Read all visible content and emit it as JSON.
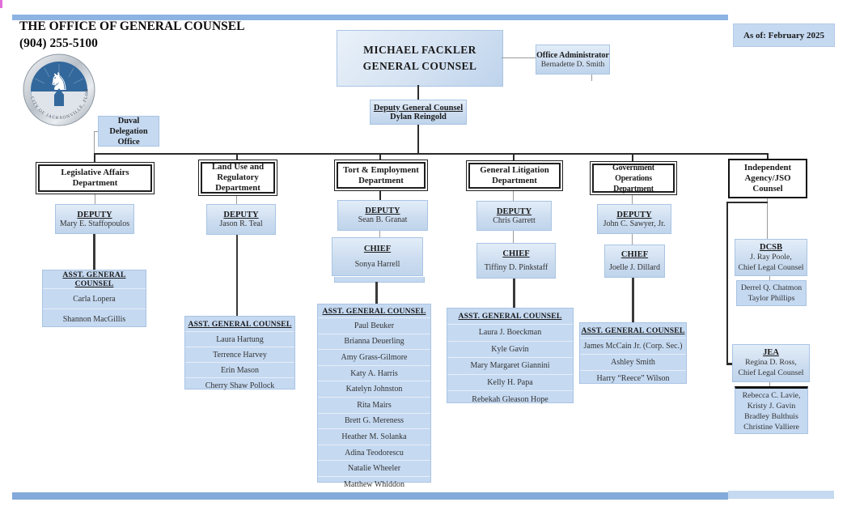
{
  "header": {
    "title": "THE OFFICE OF GENERAL COUNSEL",
    "phone": "(904) 255-5100",
    "as_of": "As of: February 2025"
  },
  "seal": {
    "rim_text": "CITY OF JACKSONVILLE, FLORIDA",
    "horse_glyph": "♞"
  },
  "top": {
    "general_counsel": {
      "name": "MICHAEL FACKLER",
      "title": "GENERAL COUNSEL"
    },
    "office_admin": {
      "title": "Office Administrator",
      "name": "Bernadette D. Smith"
    },
    "deputy_gc": {
      "title": "Deputy General Counsel",
      "name": "Dylan Reingold"
    },
    "duval": {
      "name": "Duval Delegation Office"
    }
  },
  "labels": {
    "deputy": "DEPUTY",
    "chief": "CHIEF",
    "asst": "ASST. GENERAL COUNSEL"
  },
  "departments": [
    {
      "name": "Legislative Affairs Department",
      "deputy": "Mary E. Staffopoulos",
      "asst": [
        "Carla Lopera",
        "Shannon MacGillis"
      ]
    },
    {
      "name": "Land Use and Regulatory Department",
      "deputy": "Jason R. Teal",
      "asst": [
        "Laura Hartung",
        "Terrence Harvey",
        "Erin Mason",
        "Cherry Shaw Pollock"
      ]
    },
    {
      "name": "Tort & Employment Department",
      "deputy": "Sean B. Granat",
      "chief": "Sonya Harrell",
      "asst": [
        "Paul Beuker",
        "Brianna Deuerling",
        "Amy Grass-Gilmore",
        "Katy A. Harris",
        "Katelyn Johnston",
        "Rita Mairs",
        "Brett G. Mereness",
        "Heather M. Solanka",
        "Adina Teodorescu",
        "Natalie Wheeler",
        "Matthew Whiddon"
      ]
    },
    {
      "name": "General Litigation Department",
      "deputy": "Chris Garrett",
      "chief": "Tiffiny D. Pinkstaff",
      "asst": [
        "Laura J. Boeckman",
        "Kyle Gavin",
        "Mary Margaret Giannini",
        "Kelly H. Papa",
        "Rebekah Gleason Hope"
      ]
    },
    {
      "name": "Government Operations Department",
      "deputy": "John C. Sawyer, Jr.",
      "chief": "Joelle J. Dillard",
      "asst": [
        "James McCain Jr. (Corp. Sec.)",
        "Ashley Smith",
        "Harry “Reece” Wilson"
      ]
    }
  ],
  "independent": {
    "name": "Independent Agency/JSO Counsel",
    "dcsb": {
      "label": "DCSB",
      "lines": [
        "J. Ray Poole,",
        "Chief Legal Counsel"
      ]
    },
    "dcsb_staff": [
      "Derrel Q. Chatmon",
      "Taylor Phillips"
    ],
    "jea": {
      "label": "JEA",
      "lines": [
        "Regina D. Ross,",
        "Chief Legal Counsel"
      ]
    },
    "jea_staff": [
      "Rebecca C. Lavie,",
      "Kristy J. Gavin",
      "Bradley Bulthuis",
      "Christine Valliere"
    ]
  }
}
